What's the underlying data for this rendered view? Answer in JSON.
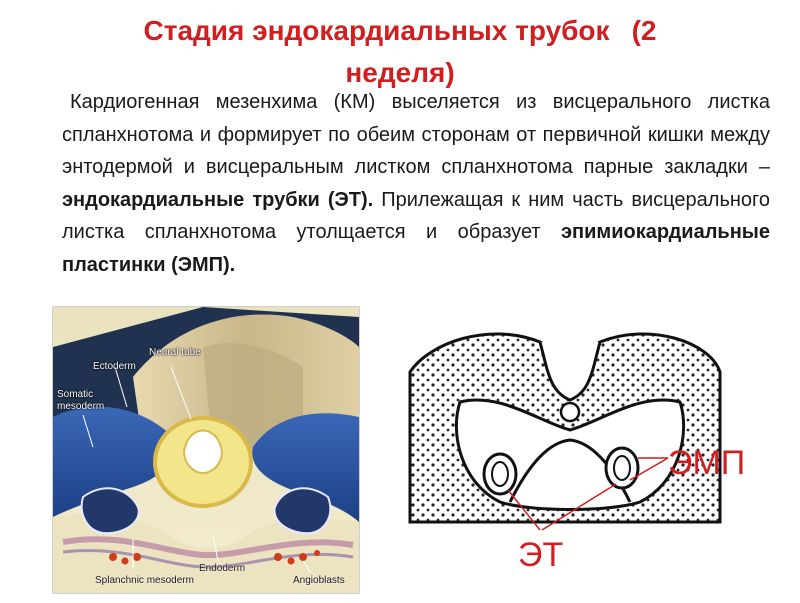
{
  "title": {
    "part1": "Стадия эндокардиальных  трубок",
    "part2": "(2",
    "part3": "неделя)"
  },
  "paragraph": {
    "t1": "Кардиогенная мезенхима (КМ) выселяется из висцерального листка спланхнотома и формирует по обеим сторонам от первичной кишки между энтодермой и висцеральным листком спланхнотома парные закладки – ",
    "b1": "эндокардиальные трубки (ЭТ).",
    "t2": " Прилежащая к ним часть висцерального листка спланхнотома утолщается и образует ",
    "b2": "эпимиокардиальные пластинки (ЭМП)."
  },
  "left_figure": {
    "labels": {
      "neural_tube": "Neural tube",
      "ectoderm": "Ectoderm",
      "somatic": "Somatic",
      "mesoderm": "mesoderm",
      "endoderm": "Endoderm",
      "splanchnic": "Splanchnic mesoderm",
      "angioblasts": "Angioblasts"
    }
  },
  "right_figure": {
    "emp_label": "ЭМП",
    "et_label": "ЭТ"
  },
  "colors": {
    "title": "#d11f1f",
    "text": "#1a1a1a",
    "annotation": "#d11f1f"
  }
}
